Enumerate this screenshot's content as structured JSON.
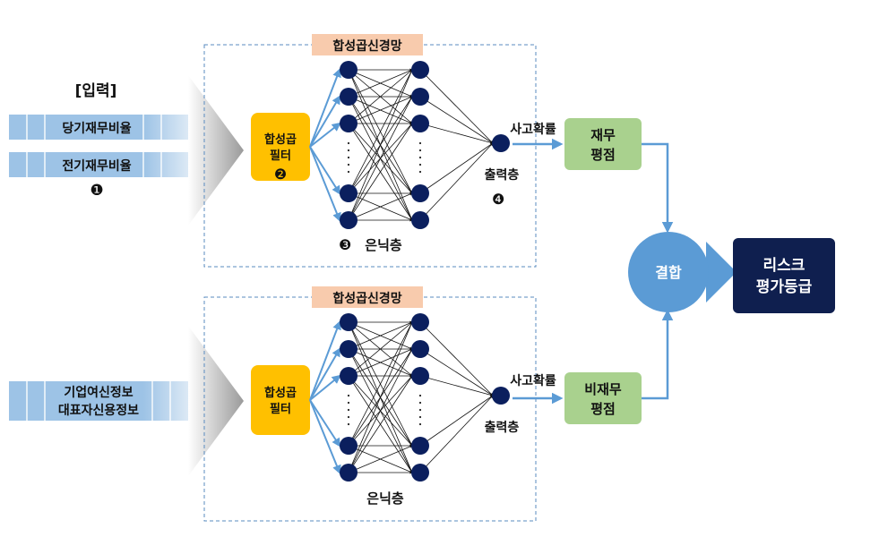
{
  "input": {
    "header": "[입력]",
    "rows_top": [
      "당기재무비율",
      "전기재무비율"
    ],
    "rows_bottom": [
      "기업여신정보",
      "대표자신용정보"
    ]
  },
  "cnn_title": "합성곱신경망",
  "filter_label": [
    "합성곱",
    "필터"
  ],
  "hidden_label": "은닉층",
  "output_label": "출력층",
  "prob_label": "사고확률",
  "markers": [
    "❶",
    "❷",
    "❸",
    "❹"
  ],
  "score_top": [
    "재무",
    "평점"
  ],
  "score_bottom": [
    "비재무",
    "평점"
  ],
  "combine": "결합",
  "result": [
    "리스크",
    "평가등급"
  ],
  "colors": {
    "input_band": "#9dc3e6",
    "input_band_light": "#dce9f5",
    "filter": "#ffc000",
    "title_bg": "#f8cbad",
    "node": "#0b1f5e",
    "score": "#a9d18e",
    "combine": "#5b9bd5",
    "result": "#0f1f4f",
    "arrow_blue": "#5b9bd5",
    "frame": "#5a8bbf"
  }
}
